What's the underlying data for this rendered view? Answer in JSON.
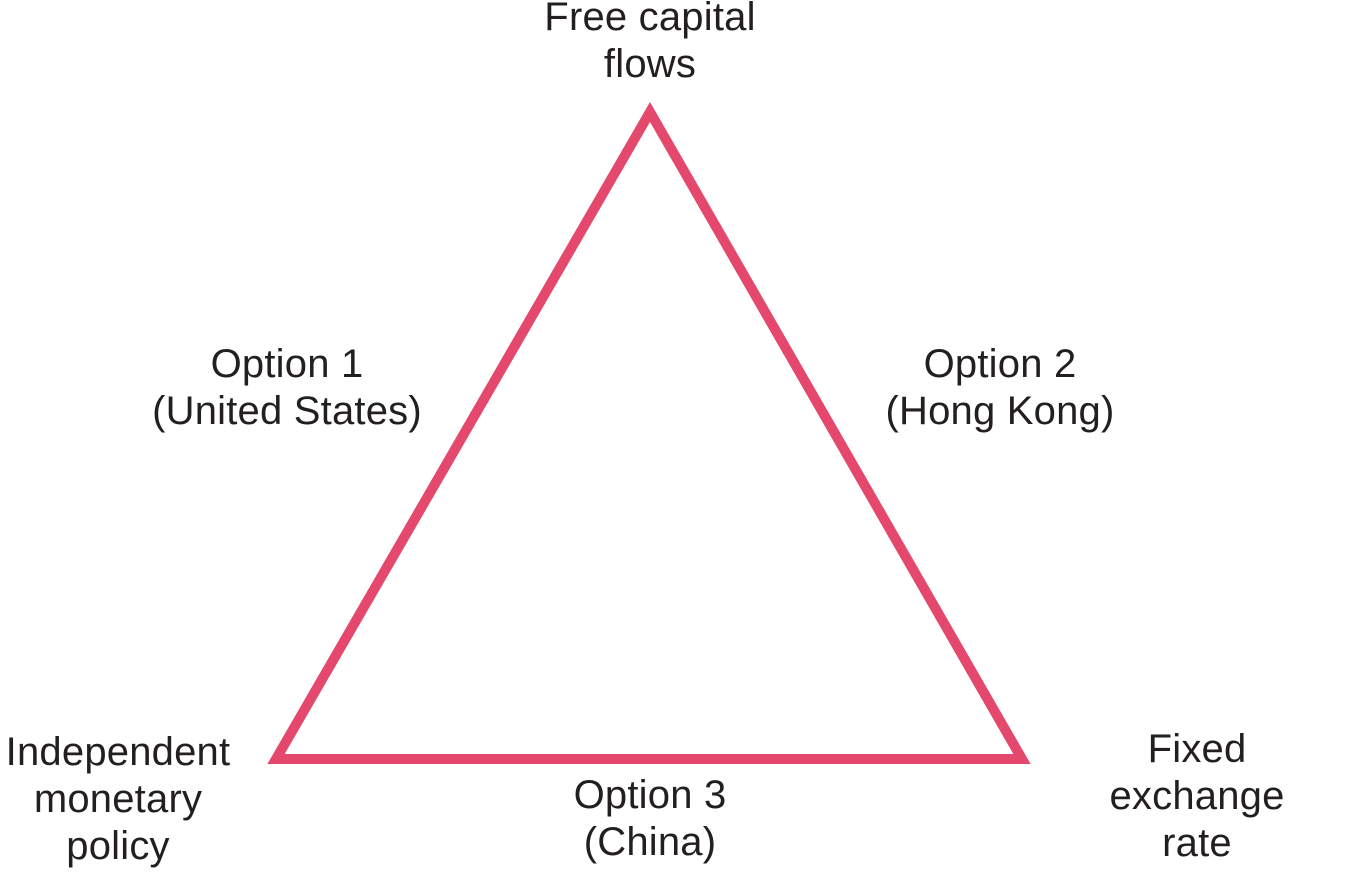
{
  "colors": {
    "triangle-stroke": "#E4486C",
    "text-color": "#231F20",
    "background": "#FFFFFF"
  },
  "diagram": {
    "type": "impossible-trinity-triangle",
    "vertex_labels": {
      "top": "Free capital\nflows",
      "bottom_left": "Independent\nmonetary\npolicy",
      "bottom_right": "Fixed exchange\nrate"
    },
    "edge_labels": {
      "left": "Option 1\n(United States)",
      "right": "Option 2\n(Hong Kong)",
      "bottom": "Option 3\n(China)"
    }
  }
}
